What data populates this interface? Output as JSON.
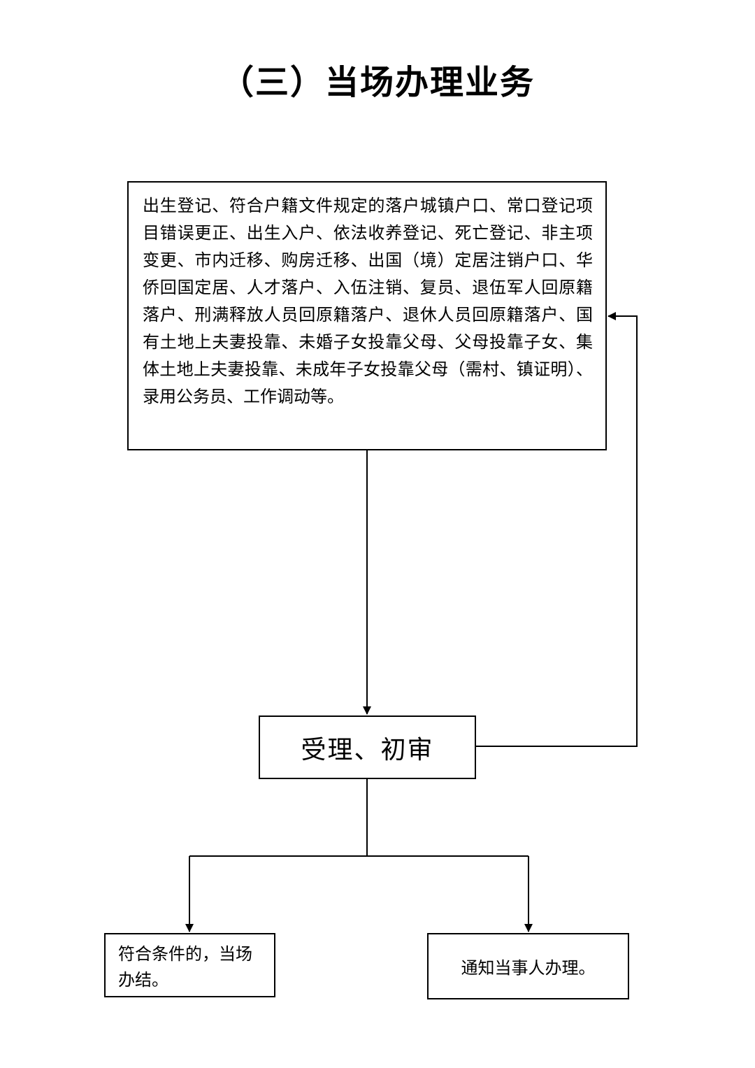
{
  "title": "（三）当场办理业务",
  "nodes": {
    "items": "出生登记、符合户籍文件规定的落户城镇户口、常口登记项目错误更正、出生入户、依法收养登记、死亡登记、非主项变更、市内迁移、购房迁移、出国（境）定居注销户口、华侨回国定居、人才落户、入伍注销、复员、退伍军人回原籍落户、刑满释放人员回原籍落户、退休人员回原籍落户、国有土地上夫妻投靠、未婚子女投靠父母、父母投靠子女、集体土地上夫妻投靠、未成年子女投靠父母（需村、镇证明）、录用公务员、工作调动等。",
    "accept": "受理、初审",
    "done": "符合条件的，当场办结。",
    "notify": "通知当事人办理。"
  },
  "edges": [
    {
      "from": "items",
      "to": "accept"
    },
    {
      "from": "accept",
      "to": "items"
    },
    {
      "from": "accept",
      "to": "done"
    },
    {
      "from": "accept",
      "to": "notify"
    }
  ]
}
